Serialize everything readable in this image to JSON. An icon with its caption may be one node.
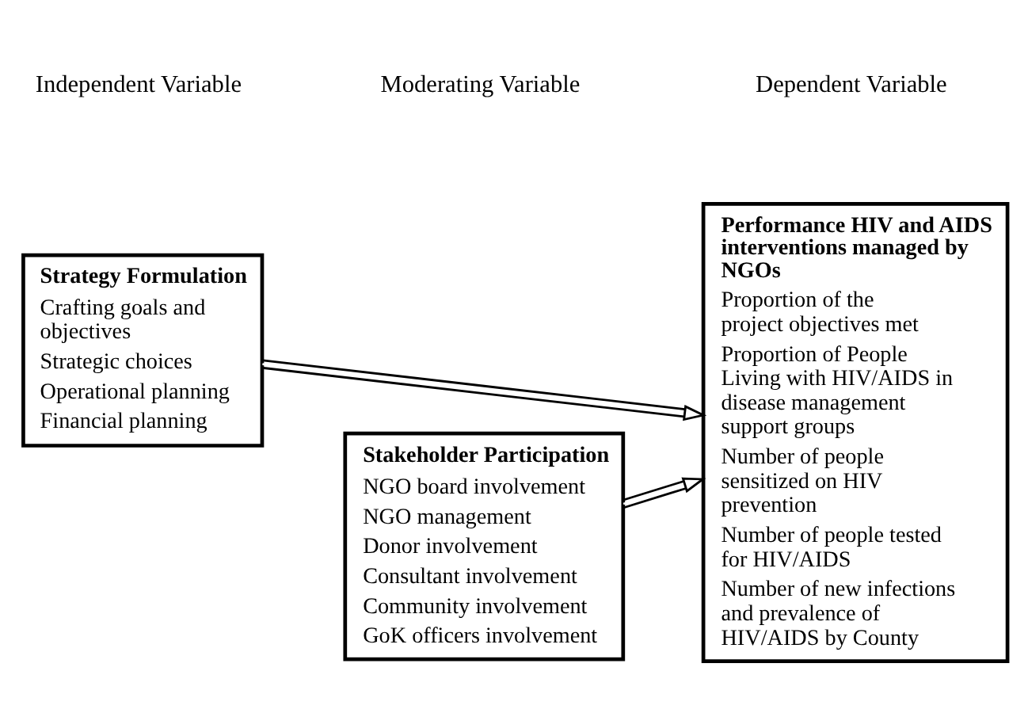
{
  "diagram": {
    "nodes": [
      {
        "text": [
          "Strategy Formulation",
          "Crafting goals and objectives",
          "Strategic choices",
          "Operational planning",
          "Financial planning"
        ]
      },
      {
        "text": [
          "Performance HIV and AIDS interventions managed by NGOs",
          "Proportion of the project objectives met",
          "Proportion of People Living with HIV/AIDS in disease management support groups",
          "Number of people sensitized on HIV prevention",
          "Number of people tested for HIV/AIDS",
          "Number of new infections and prevalence of HIV/AIDS by County"
        ]
      },
      {
        "text": [
          "Stakeholder Participation",
          "NGO board involvement",
          "NGO management",
          "Donor involvement",
          "Consultant involvement",
          "Community involvement",
          "GoK officers involvement"
        ]
      }
    ],
    "edges": [
      {
        "from": 0,
        "to": 1,
        "arrow": "to"
      },
      {
        "from": 2,
        "to": 1,
        "arrow": "to"
      }
    ],
    "labels": [
      "Independent Variable",
      "Moderating Variable",
      "Dependent Variable"
    ]
  }
}
